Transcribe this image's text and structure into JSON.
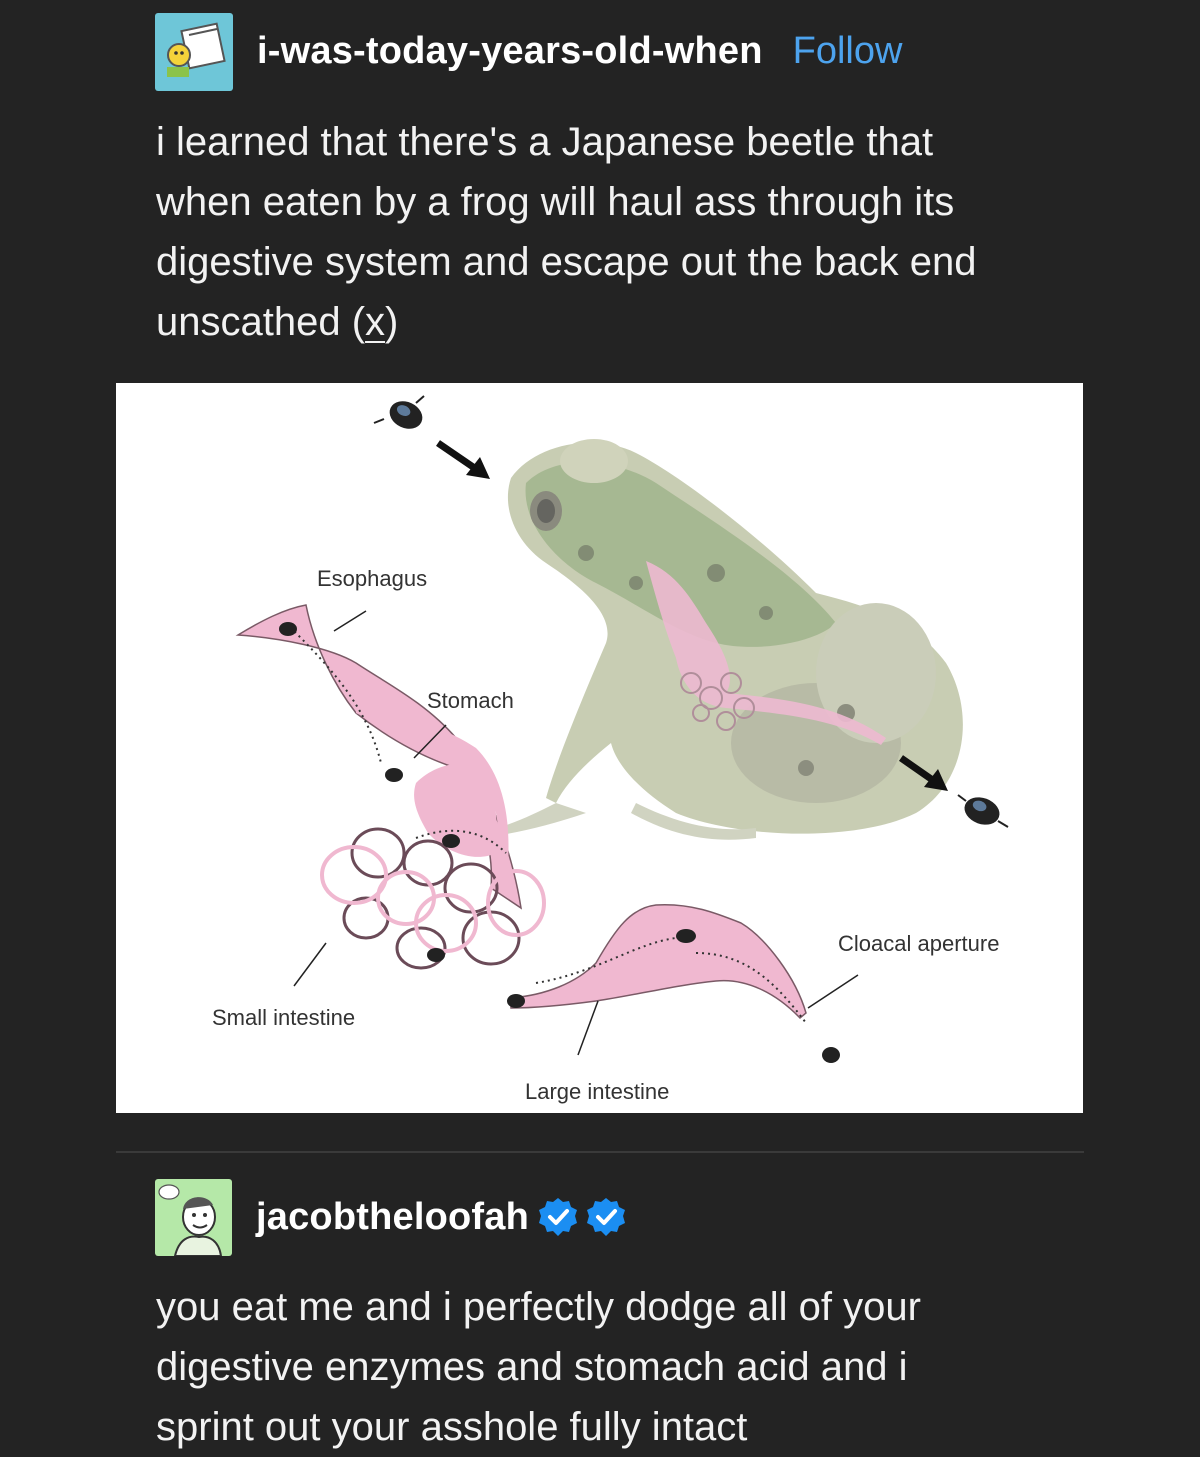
{
  "post": {
    "username": "i-was-today-years-old-when",
    "follow_label": "Follow",
    "body_lines": [
      "i learned that there's a Japanese beetle that",
      "when eaten by a frog will haul ass through its",
      "digestive system and escape out the back end"
    ],
    "body_last": "unscathed (",
    "source_link": "x",
    "body_close": ")"
  },
  "diagram": {
    "labels": {
      "esophagus": "Esophagus",
      "stomach": "Stomach",
      "small_intestine": "Small intestine",
      "large_intestine": "Large intestine",
      "cloacal_aperture": "Cloacal aperture"
    }
  },
  "reblog": {
    "username": "jacobtheloofah",
    "body_lines": [
      "you eat me and i perfectly dodge all of your",
      "digestive enzymes and stomach acid and i",
      "sprint out your asshole fully intact"
    ]
  },
  "colors": {
    "background": "#232323",
    "follow_link": "#4da3ee",
    "verified_badge": "#1b8ef2",
    "organ_pink": "#f0b8d0"
  }
}
